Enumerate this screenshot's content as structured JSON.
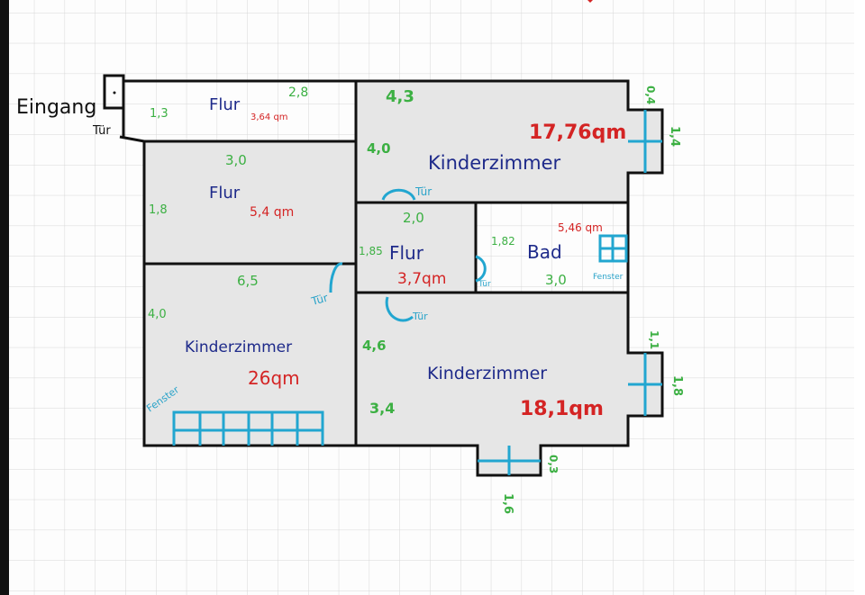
{
  "colors": {
    "dimension": "#3cb043",
    "room_name": "#1e2a8a",
    "area": "#d42424",
    "window_door": "#2aa3c9",
    "wall": "#111111",
    "room_fill": "#e6e6e6"
  },
  "entrance": {
    "label": "Eingang",
    "door_label": "Tür"
  },
  "rooms": {
    "flur1": {
      "name": "Flur",
      "area": "3,64 qm",
      "width": "2,8",
      "height": "1,3"
    },
    "flur2": {
      "name": "Flur",
      "area": "5,4 qm",
      "width": "3,0",
      "height": "1,8"
    },
    "kinder1": {
      "name": "Kinderzimmer",
      "area": "26qm",
      "width": "6,5",
      "height": "4,0",
      "window": "Fenster",
      "door": "Tür"
    },
    "kinder2": {
      "name": "Kinderzimmer",
      "area": "17,76qm",
      "width": "4,3",
      "height": "4,0",
      "bay_depth": "0,4",
      "bay_width": "1,4",
      "door": "Tür"
    },
    "flur3": {
      "name": "Flur",
      "area": "3,7qm",
      "width": "2,0",
      "height": "1,85"
    },
    "bad": {
      "name": "Bad",
      "area": "5,46 qm",
      "width": "3,0",
      "height": "1,82",
      "window": "Fenster",
      "door": "Tür"
    },
    "kinder3": {
      "name": "Kinderzimmer",
      "area": "18,1qm",
      "width": "3,4",
      "height": "4,6",
      "bay_depth": "1,1",
      "bay_width": "1,8",
      "bottom_bay_depth": "0,3",
      "bottom_bay_width": "1,6",
      "door": "Tür"
    }
  }
}
